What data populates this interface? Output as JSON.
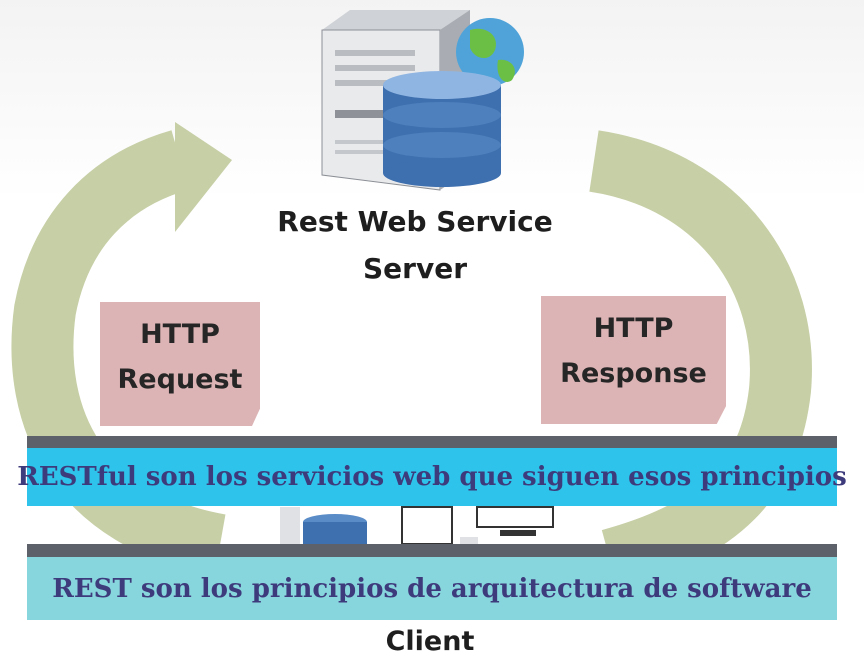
{
  "server": {
    "title_line1": "Rest Web Service",
    "title_line2": "Server"
  },
  "request_box": {
    "line1": "HTTP",
    "line2": "Request"
  },
  "response_box": {
    "line1": "HTTP",
    "line2": "Response"
  },
  "banners": {
    "top_text": "RESTful son los servicios web que siguen esos principios",
    "bottom_text": "REST son los principios de arquitectura de software"
  },
  "client": {
    "label": "Client"
  },
  "colors": {
    "arrow": "#c6cfa5",
    "box": "#dcb4b5",
    "banner_top": "#2ec3ea",
    "banner_bottom": "#88d6dd",
    "banner_text": "#3e3b7c",
    "banner_border": "#5d616a"
  },
  "icons": [
    "server-tower-icon",
    "database-icon",
    "globe-icon",
    "client-computer-icon"
  ]
}
